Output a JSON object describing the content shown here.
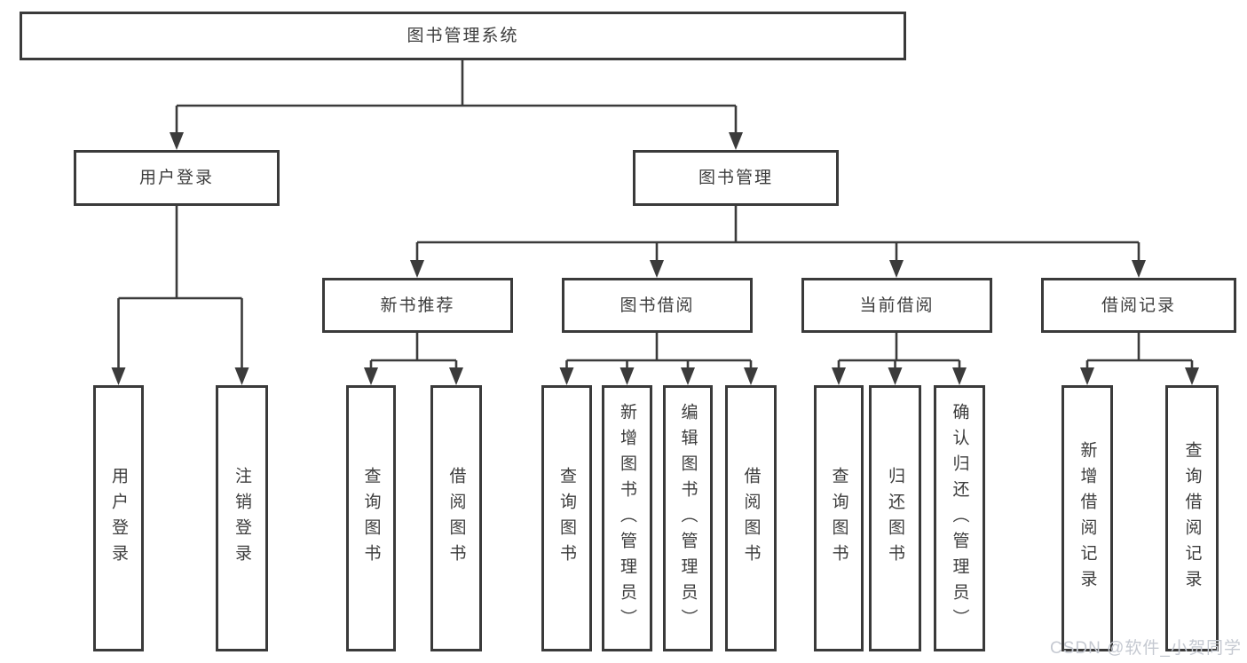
{
  "diagram": {
    "tree": {
      "label": "图书管理系统",
      "children": [
        {
          "label": "用户登录",
          "children": [
            {
              "label": "用户登录"
            },
            {
              "label": "注销登录"
            }
          ]
        },
        {
          "label": "图书管理",
          "children": [
            {
              "label": "新书推荐",
              "children": [
                {
                  "label": "查询图书"
                },
                {
                  "label": "借阅图书"
                }
              ]
            },
            {
              "label": "图书借阅",
              "children": [
                {
                  "label": "查询图书"
                },
                {
                  "label": "新增图书（管理员）"
                },
                {
                  "label": "编辑图书（管理员）"
                },
                {
                  "label": "借阅图书"
                }
              ]
            },
            {
              "label": "当前借阅",
              "children": [
                {
                  "label": "查询图书"
                },
                {
                  "label": "归还图书"
                },
                {
                  "label": "确认归还（管理员）"
                }
              ]
            },
            {
              "label": "借阅记录",
              "children": [
                {
                  "label": "新增借阅记录"
                },
                {
                  "label": "查询借阅记录"
                }
              ]
            }
          ]
        }
      ]
    },
    "colors": {
      "line": "#3b3b3b",
      "box_border": "#3a3a3a",
      "text": "#3d3d3d",
      "watermark_text_color": "#c5c9d1",
      "background": "#ffffff"
    }
  },
  "watermark": {
    "text": "CSDN @软件_小贺同学"
  }
}
